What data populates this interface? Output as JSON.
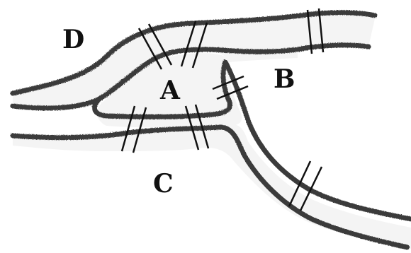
{
  "colors": {
    "background": "#ffffff",
    "water": "#f4f4f4",
    "ink": "#111111",
    "bank_shade": "#3a3a3a"
  },
  "regions": {
    "A": "A",
    "B": "B",
    "C": "C",
    "D": "D"
  },
  "bridge_count": 7
}
